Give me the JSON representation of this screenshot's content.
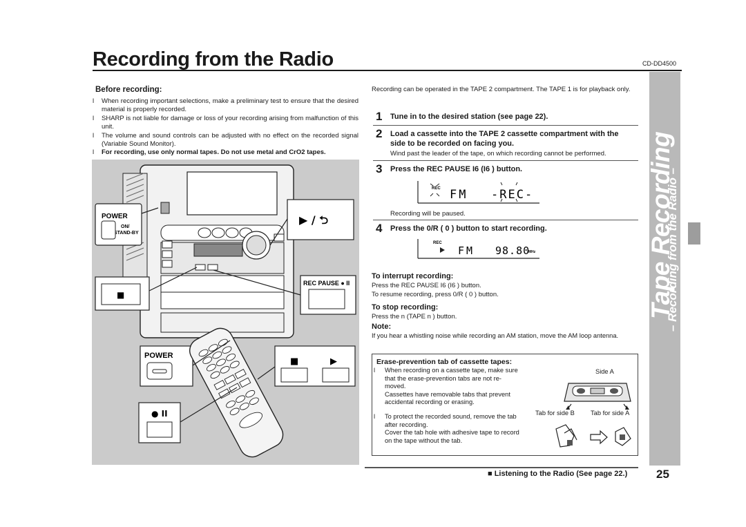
{
  "header": {
    "title": "Recording from the Radio",
    "model": "CD-DD4500"
  },
  "before_recording": {
    "heading": "Before recording:",
    "bullets": [
      {
        "marker": "l",
        "text": "When recording important selections, make a preliminary test to ensure that the desired material is properly recorded."
      },
      {
        "marker": "l",
        "text": "SHARP is not liable for damage or loss of your recording arising from malfunction of this unit."
      },
      {
        "marker": "l",
        "text": "The volume and sound controls can be adjusted with no effect on the recorded signal (Variable Sound Monitor)."
      },
      {
        "marker": "l",
        "text": "For recording, use only normal tapes. Do not use metal and CrO2 tapes."
      }
    ]
  },
  "illustration": {
    "power_label": "POWER",
    "standby_label": "ON/\nSTAND-BY",
    "rec_pause_label": "REC PAUSE ● II",
    "remote_power_label": "POWER",
    "stop_symbol": "■",
    "play_symbol": "▶",
    "pause_symbol": "● II",
    "play_rev_symbol": "▶ / ⮌"
  },
  "intro": "Recording can be operated in the TAPE 2 compartment. The TAPE 1 is for playback only.",
  "steps": [
    {
      "num": "1",
      "text": "Tune in to the desired station (see page 22)."
    },
    {
      "num": "2",
      "text": "Load a cassette into the TAPE 2 cassette compartment with the side to be recorded on facing you.",
      "sub": "Wind past the leader of the tape, on which recording cannot be performed."
    },
    {
      "num": "3",
      "text": "Press the REC PAUSE I6   (I6   ) button.",
      "sub": "Recording will be paused."
    },
    {
      "num": "4",
      "text": "Press the 0/R   ( 0   ) button to start recording."
    }
  ],
  "displays": {
    "d1": {
      "rec": "REC",
      "band": "FM",
      "text": "-REC-"
    },
    "d2": {
      "rec": "REC",
      "band": "FM",
      "freq": "98.80",
      "unit": "MHz"
    }
  },
  "interrupt": {
    "heading": "To interrupt recording:",
    "line1": "Press the REC PAUSE I6   (I6   ) button.",
    "line2": "To resume recording, press 0/R   ( 0   ) button."
  },
  "stop": {
    "heading": "To stop recording:",
    "line1": "Press the n  (TAPE n ) button."
  },
  "note": {
    "heading": "Note:",
    "text": "If you hear a whistling noise while recording an AM station, move the AM loop antenna."
  },
  "erase": {
    "heading": "Erase-prevention tab of cassette tapes:",
    "b1_marker": "l",
    "b1_line1": "When recording on a cassette tape, make sure",
    "b1_line2": "that the erase-prevention tabs are not re-",
    "b1_line3": "moved.",
    "b1_line4": "Cassettes have removable tabs that prevent",
    "b1_line5": "accidental recording or erasing.",
    "b2_marker": "l",
    "b2_line1": "To protect the recorded sound, remove the tab",
    "b2_line2": "after recording.",
    "b2_line3": "Cover the tab hole with adhesive tape to record",
    "b2_line4": "on the tape without the tab.",
    "side_a": "Side A",
    "tab_b": "Tab for side B",
    "tab_a": "Tab for side A"
  },
  "side_tab": {
    "main": "Tape Recording",
    "sub": "– Recording from the Radio –"
  },
  "footer": {
    "link": "Listening to the Radio (See page 22.)",
    "page": "25"
  }
}
